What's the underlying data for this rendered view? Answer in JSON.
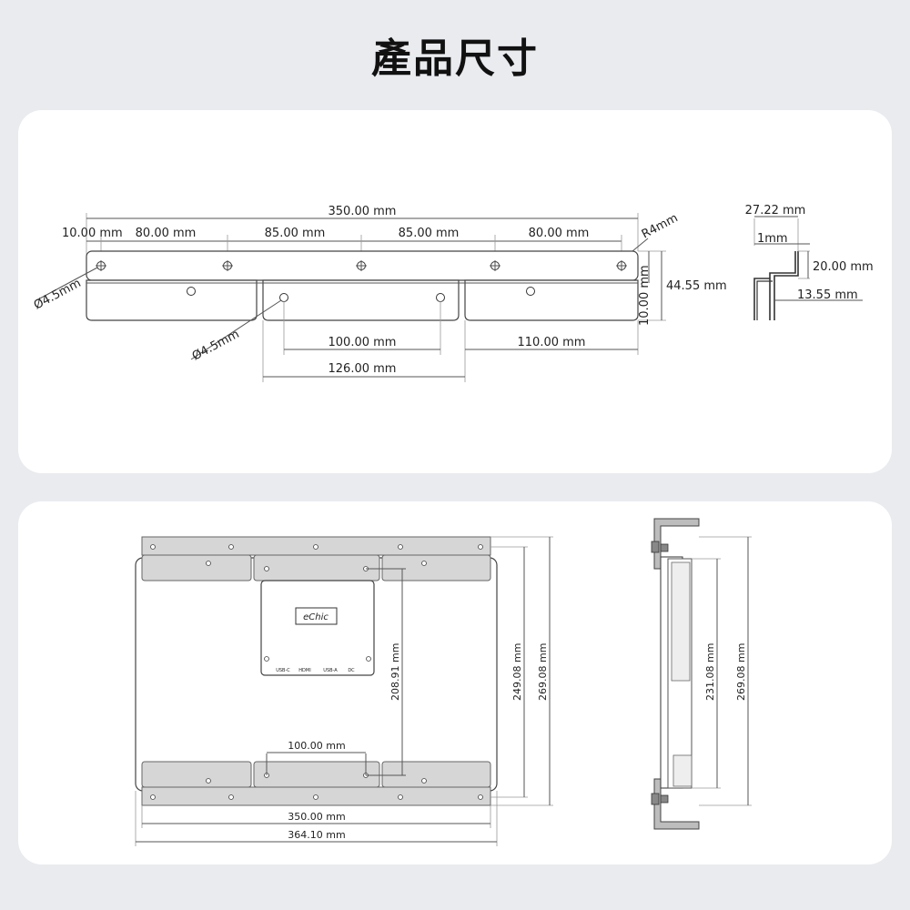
{
  "title": "產品尺寸",
  "top_drawing": {
    "overall_length": "350.00 mm",
    "seg1": "10.00 mm",
    "seg2": "80.00 mm",
    "seg3": "85.00 mm",
    "seg4": "85.00 mm",
    "seg5": "80.00 mm",
    "corner_radius": "R4mm",
    "hole_dia_left": "Ø4.5mm",
    "hole_dia_mid": "Ø4.5mm",
    "height_total": "44.55 mm",
    "height_top": "10.00 mm",
    "spacing_100": "100.00 mm",
    "spacing_110": "110.00 mm",
    "spacing_126": "126.00 mm"
  },
  "side_profile": {
    "width": "27.22 mm",
    "thickness": "1mm",
    "height": "20.00 mm",
    "inner": "13.55 mm"
  },
  "bottom_drawing": {
    "brand": "eChic",
    "port1": "USB-C",
    "port2": "HDMI",
    "port3": "USB-A",
    "port4": "DC",
    "vertical_mid": "208.91 mm",
    "vertical_249": "249.08 mm",
    "vertical_269": "269.08 mm",
    "spacing_100": "100.00 mm",
    "width_350": "350.00 mm",
    "width_364": "364.10 mm",
    "side_231": "231.08 mm",
    "side_269": "269.08 mm"
  }
}
